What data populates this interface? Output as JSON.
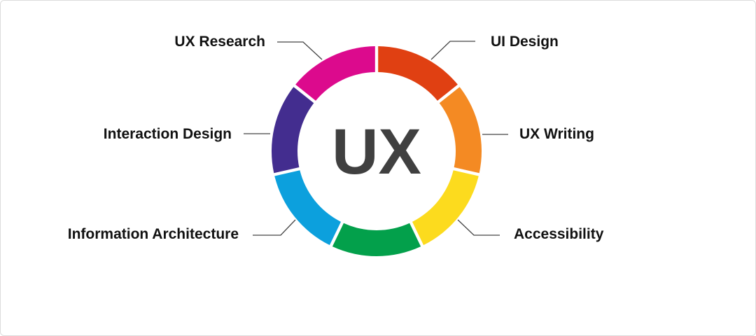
{
  "center_label": "UX",
  "segments": [
    {
      "label": "UI Design",
      "color": "#E04012"
    },
    {
      "label": "UX Writing",
      "color": "#F48A23"
    },
    {
      "label": "Accessibility",
      "color": "#FCDB1E"
    },
    {
      "label": "",
      "color": "#03A04B"
    },
    {
      "label": "Information Architecture",
      "color": "#0CA0DD"
    },
    {
      "label": "Interaction Design",
      "color": "#432D8F"
    },
    {
      "label": "UX Research",
      "color": "#DC0A8D"
    }
  ],
  "line_color": "#444444",
  "center_color": "#404040"
}
